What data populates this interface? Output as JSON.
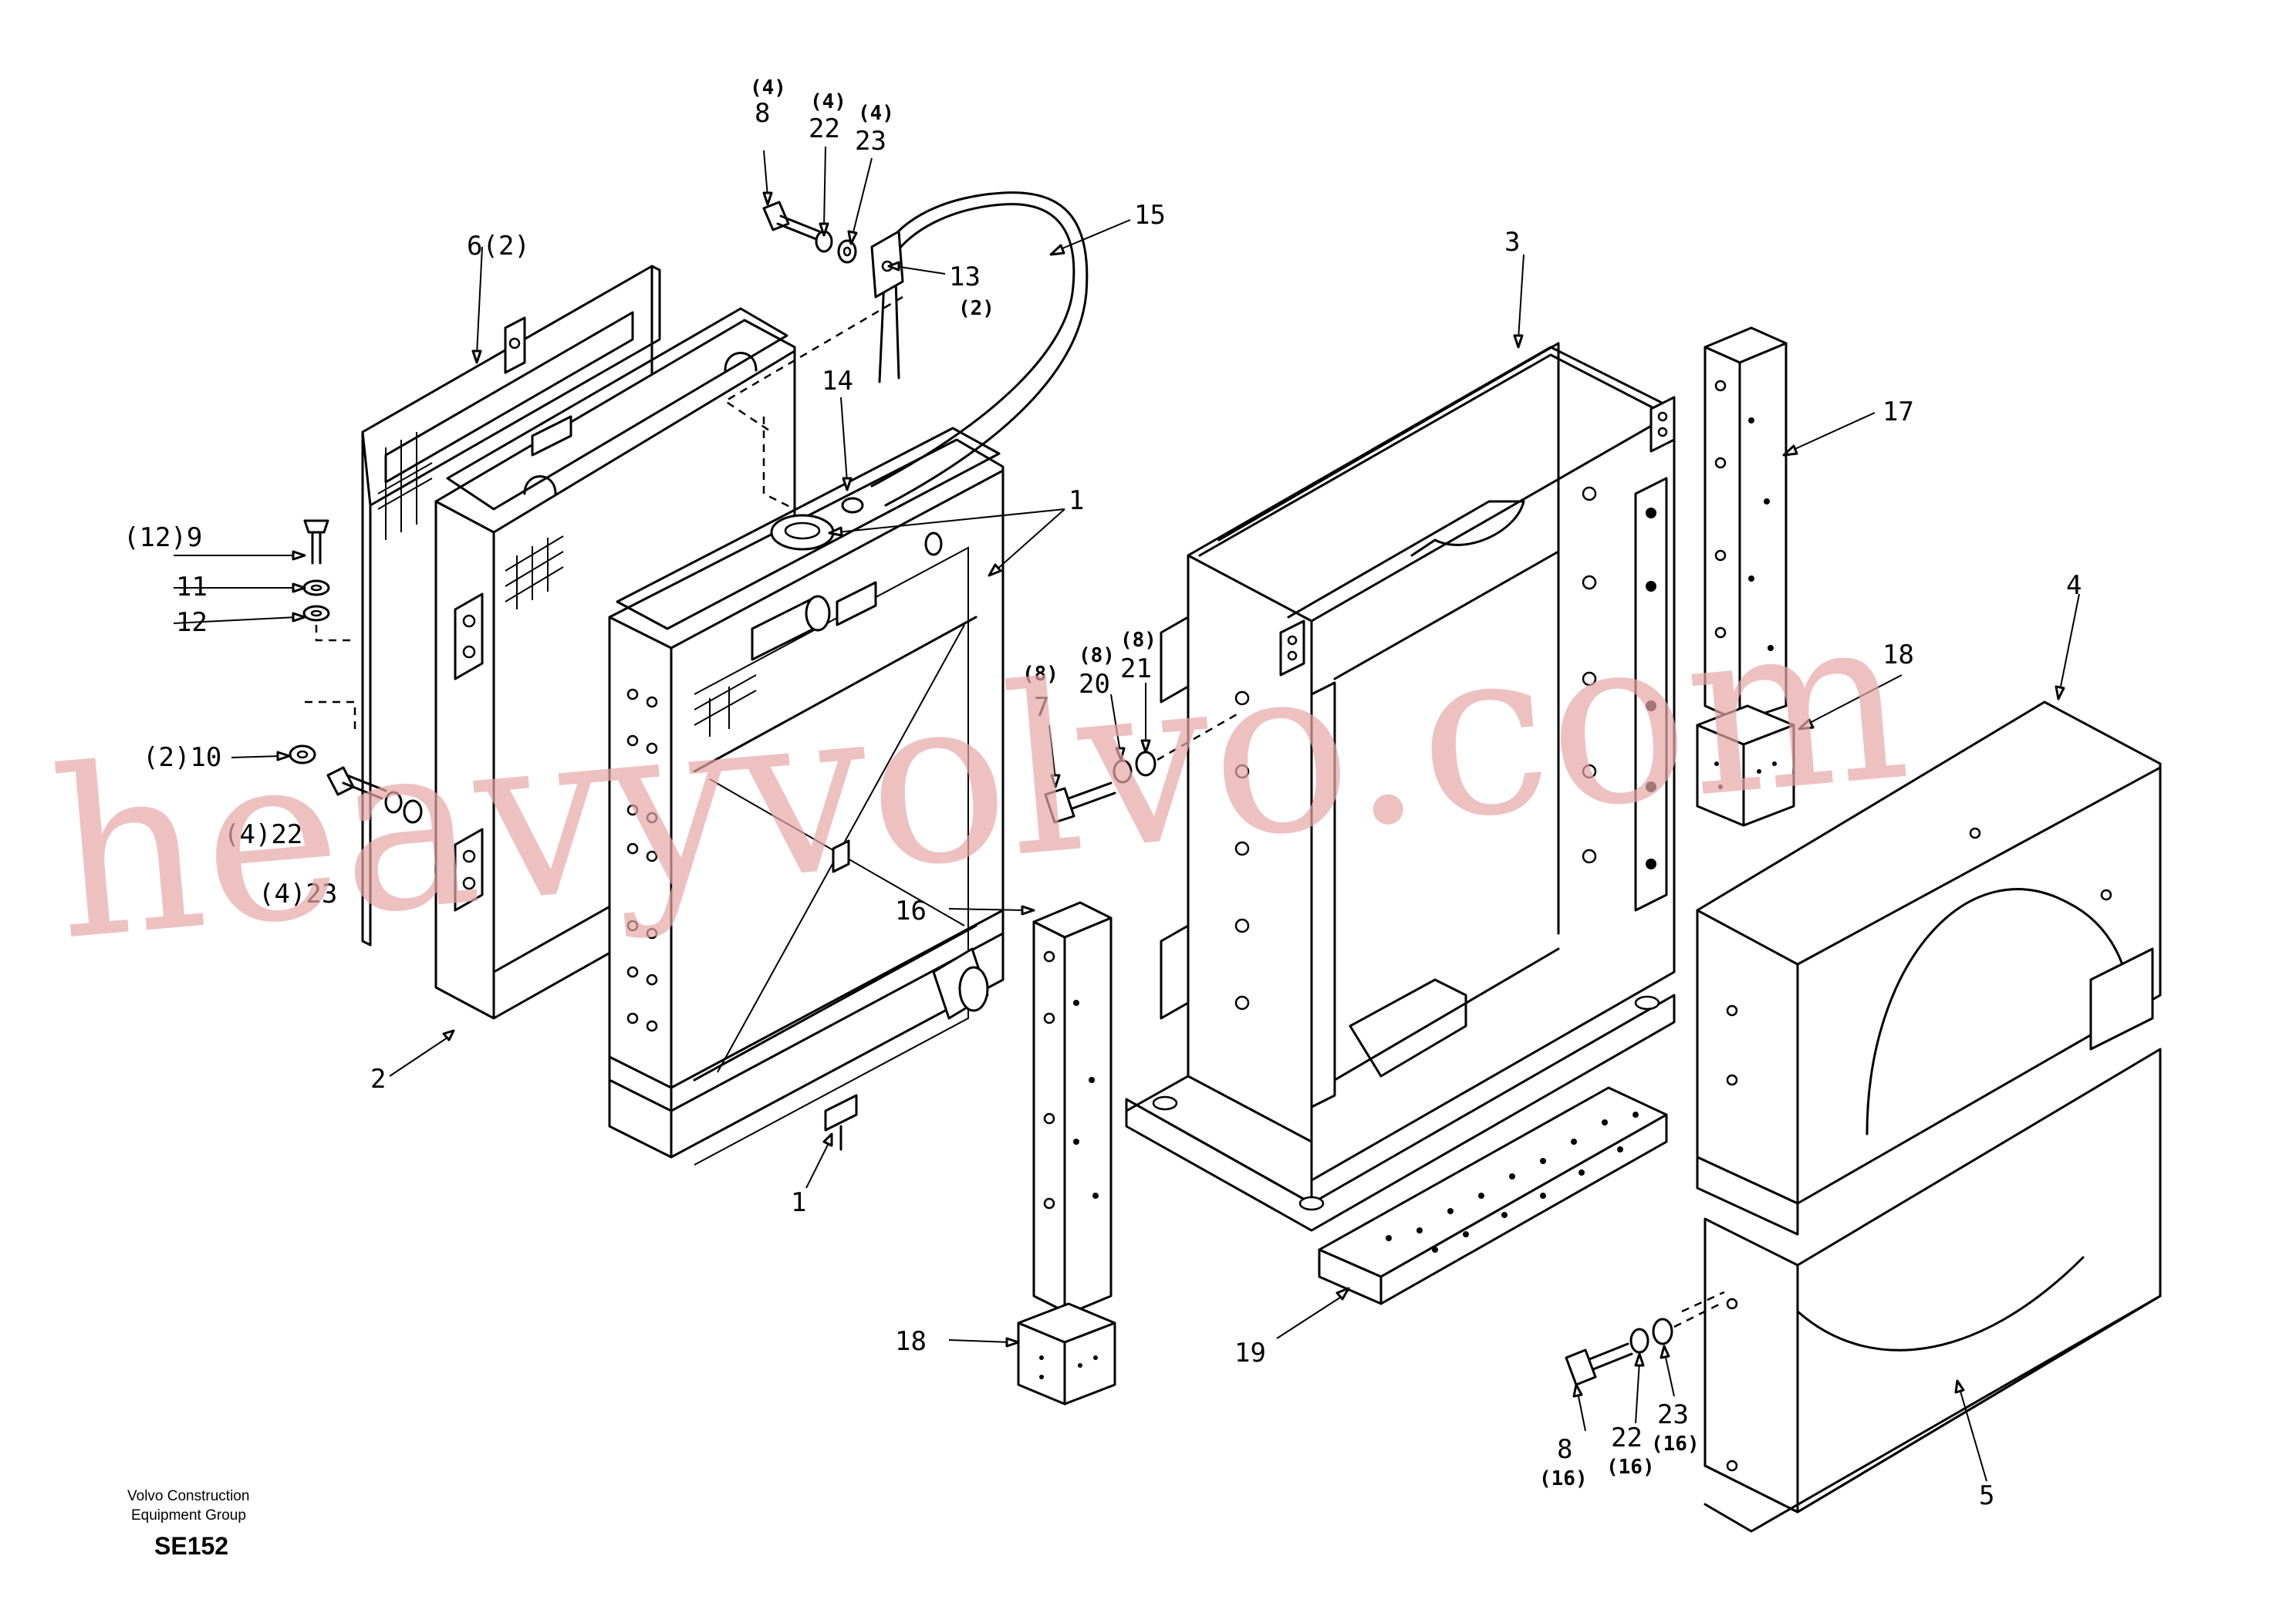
{
  "watermark": "heavyvolvo.com",
  "company": {
    "line1": "Volvo Construction",
    "line2": "Equipment Group",
    "code": "SE152"
  },
  "labels": [
    {
      "id": "c1",
      "text": "1"
    },
    {
      "id": "c1b",
      "text": "1"
    },
    {
      "id": "c2",
      "text": "2"
    },
    {
      "id": "c3",
      "text": "3"
    },
    {
      "id": "c4",
      "text": "4"
    },
    {
      "id": "c5",
      "text": "5"
    },
    {
      "id": "c6",
      "text": "6(2)"
    },
    {
      "id": "c7",
      "text": "7"
    },
    {
      "id": "c8a",
      "text": "8"
    },
    {
      "id": "c8b",
      "text": "8"
    },
    {
      "id": "c9",
      "text": "(12)9"
    },
    {
      "id": "c10",
      "text": "(2)10"
    },
    {
      "id": "c11",
      "text": "11"
    },
    {
      "id": "c12",
      "text": "12"
    },
    {
      "id": "c13",
      "text": "13"
    },
    {
      "id": "c14",
      "text": "14"
    },
    {
      "id": "c15",
      "text": "15"
    },
    {
      "id": "c16",
      "text": "16"
    },
    {
      "id": "c17",
      "text": "17"
    },
    {
      "id": "c18a",
      "text": "18"
    },
    {
      "id": "c18b",
      "text": "18"
    },
    {
      "id": "c19",
      "text": "19"
    },
    {
      "id": "c20",
      "text": "20"
    },
    {
      "id": "c21",
      "text": "21"
    },
    {
      "id": "c22a",
      "text": "22"
    },
    {
      "id": "c22b",
      "text": "(4)22"
    },
    {
      "id": "c22c",
      "text": "22"
    },
    {
      "id": "c23a",
      "text": "23"
    },
    {
      "id": "c23b",
      "text": "(4)23"
    },
    {
      "id": "c23c",
      "text": "23"
    }
  ],
  "quantities": [
    {
      "id": "q8a",
      "text": "(4)"
    },
    {
      "id": "q22a",
      "text": "(4)"
    },
    {
      "id": "q23a",
      "text": "(4)"
    },
    {
      "id": "q13",
      "text": "(2)"
    },
    {
      "id": "q7",
      "text": "(8)"
    },
    {
      "id": "q20",
      "text": "(8)"
    },
    {
      "id": "q21",
      "text": "(8)"
    },
    {
      "id": "q8b",
      "text": "(16)"
    },
    {
      "id": "q22c",
      "text": "(16)"
    },
    {
      "id": "q23c",
      "text": "(16)"
    }
  ]
}
